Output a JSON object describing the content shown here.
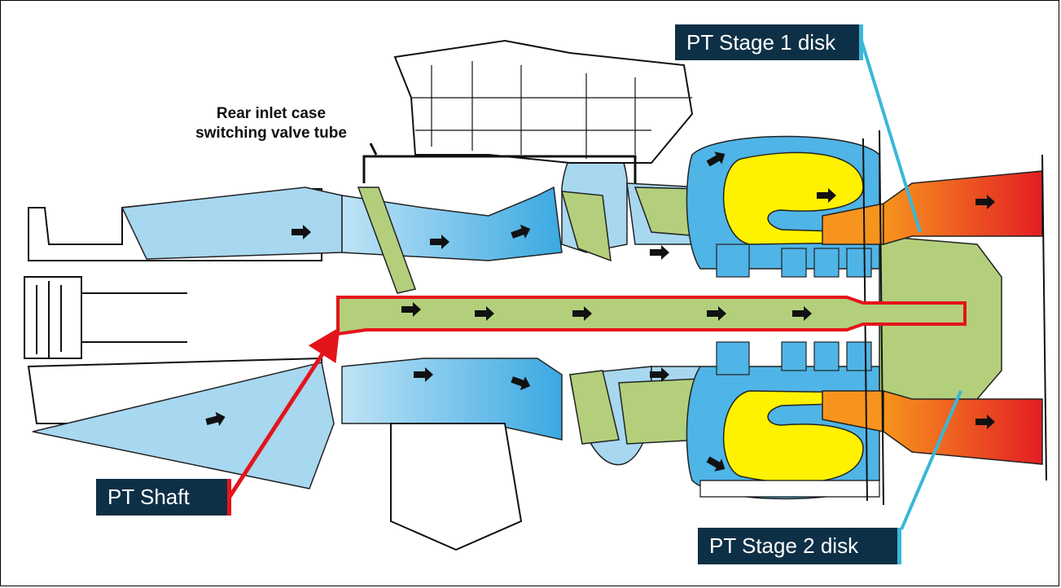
{
  "labels": {
    "pt_stage1_disk": "PT Stage 1 disk",
    "pt_stage2_disk": "PT Stage 2 disk",
    "pt_shaft": "PT Shaft",
    "rear_inlet_line1": "Rear inlet case",
    "rear_inlet_line2": "switching valve tube"
  },
  "colors": {
    "callout_bg": "#0e3046",
    "callout_text": "#ffffff",
    "leader_blue": "#39b7d9",
    "leader_red": "#e3141b",
    "airflow_light_blue": "#a8d7f0",
    "airflow_blue": "#4fb4e6",
    "shaft_green": "#b3cf7c",
    "combustor_yellow": "#fff200",
    "turbine_orange": "#f7941d",
    "exhaust_red": "#e31e24"
  },
  "icons": [
    "flow-arrow-icon"
  ]
}
